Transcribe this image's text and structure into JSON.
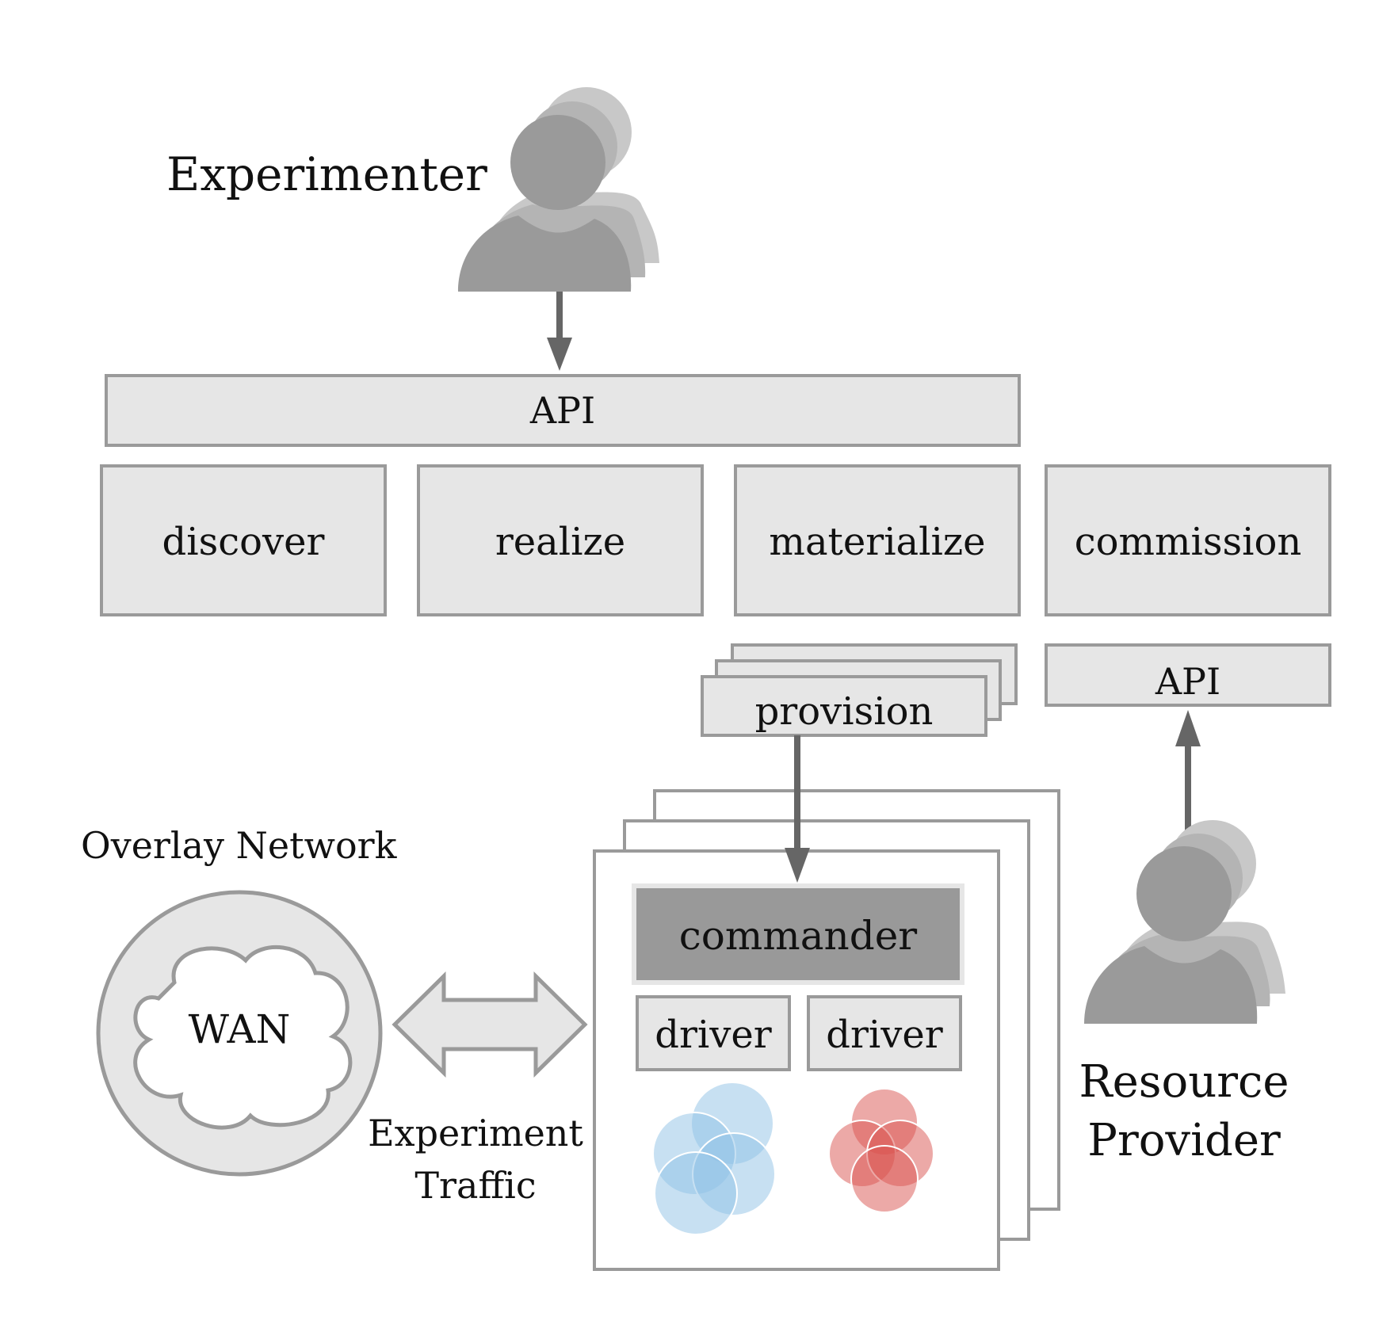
{
  "labels": {
    "experimenter": "Experimenter",
    "api_top": "API",
    "discover": "discover",
    "realize": "realize",
    "materialize": "materialize",
    "commission": "commission",
    "provision": "provision",
    "api_right": "API",
    "overlay_network": "Overlay Network",
    "wan": "WAN",
    "experiment_traffic_line1": "Experiment",
    "experiment_traffic_line2": "Traffic",
    "commander": "commander",
    "driver_left": "driver",
    "driver_right": "driver",
    "resource_provider_line1": "Resource",
    "resource_provider_line2": "Provider"
  },
  "colors": {
    "box_fill": "#e6e6e6",
    "box_stroke": "#9a9a9a",
    "commander_fill": "#999999",
    "arrow": "#666666",
    "person": "#9a9a9a",
    "blue_circles": "#8fc1e6",
    "red_circles": "#d9534f"
  },
  "icons": {
    "experimenter": "user-group-icon",
    "resource_provider": "user-group-icon",
    "wan": "cloud-icon",
    "blue_resources": "venn-circles-icon",
    "red_resources": "venn-circles-icon"
  }
}
